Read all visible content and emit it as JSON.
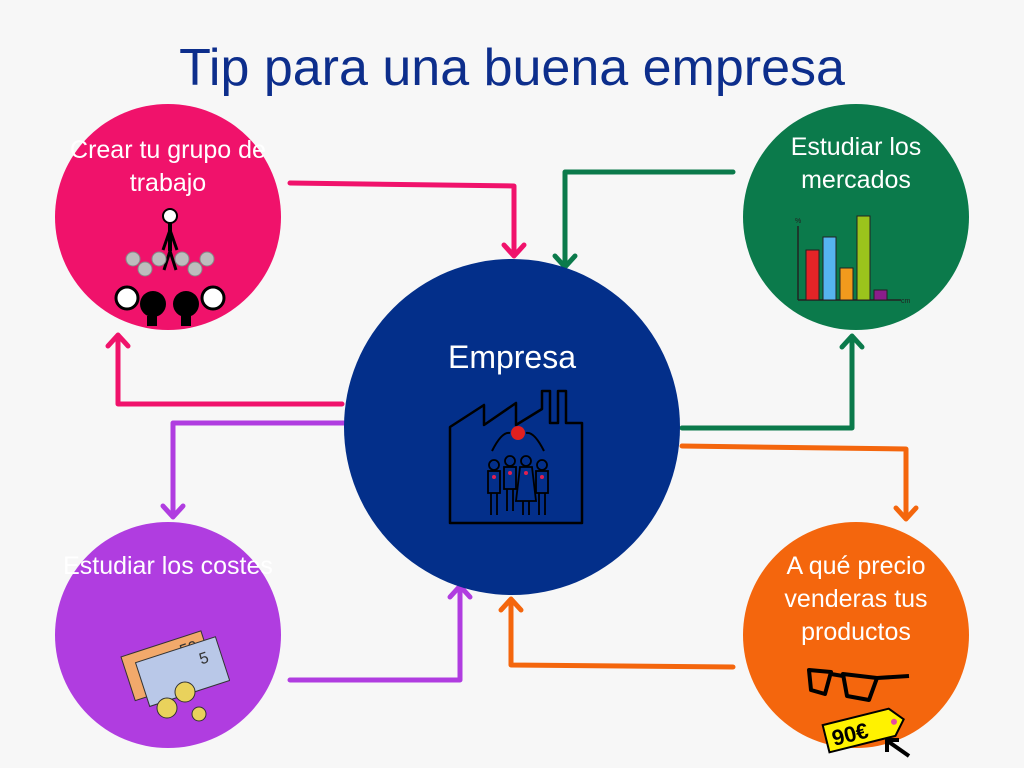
{
  "title": "Tip para una buena empresa",
  "center": {
    "label": "Empresa",
    "icon": "factory-workers-icon",
    "color": "#032f8a"
  },
  "nodes": {
    "group": {
      "label": "Crear tu grupo de trabajo",
      "icon": "team-leader-icon",
      "color": "#f0126b"
    },
    "markets": {
      "label": "Estudiar los mercados",
      "icon": "bar-chart-icon",
      "color": "#0b7a4b",
      "chart_axis_y": "%",
      "chart_axis_x": "cm"
    },
    "costs": {
      "label": "Estudiar los costes",
      "icon": "euro-money-icon",
      "color": "#b03de0",
      "note_values": [
        "50",
        "5"
      ]
    },
    "price": {
      "label": "A qué precio venderas tus productos",
      "icon": "sunglasses-price-tag-icon",
      "color": "#f4660d",
      "price_tag": "90€"
    }
  },
  "arrow_colors": {
    "group": "#f0126b",
    "markets": "#0b7a4b",
    "costs": "#b03de0",
    "price": "#f4660d"
  }
}
